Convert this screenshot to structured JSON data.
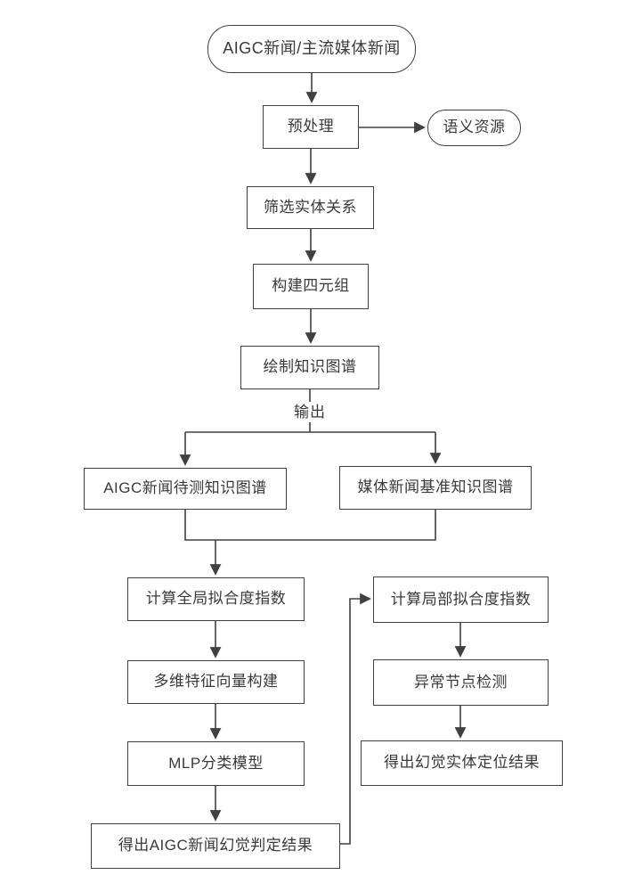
{
  "diagram": {
    "type": "flowchart",
    "background_color": "#ffffff",
    "stroke_color": "#404040",
    "text_color": "#3a3a3a",
    "nodes": {
      "source": {
        "label": "AIGC新闻/主流媒体新闻",
        "shape": "terminator"
      },
      "preprocess": {
        "label": "预处理",
        "shape": "process"
      },
      "semantic_resource": {
        "label": "语义资源",
        "shape": "terminator"
      },
      "filter_entity_relations": {
        "label": "筛选实体关系",
        "shape": "process"
      },
      "build_quadruples": {
        "label": "构建四元组",
        "shape": "process"
      },
      "draw_knowledge_graph": {
        "label": "绘制知识图谱",
        "shape": "process"
      },
      "aigc_news_kg": {
        "label": "AIGC新闻待测知识图谱",
        "shape": "process"
      },
      "media_news_kg": {
        "label": "媒体新闻基准知识图谱",
        "shape": "process"
      },
      "global_fit_index": {
        "label": "计算全局拟合度指数",
        "shape": "process"
      },
      "feature_vector_build": {
        "label": "多维特征向量构建",
        "shape": "process"
      },
      "mlp_classifier": {
        "label": "MLP分类模型",
        "shape": "process"
      },
      "hallucination_verdict": {
        "label": "得出AIGC新闻幻觉判定结果",
        "shape": "process"
      },
      "local_fit_index": {
        "label": "计算局部拟合度指数",
        "shape": "process"
      },
      "abnormal_node_detection": {
        "label": "异常节点检测",
        "shape": "process"
      },
      "hallucination_entity_localization": {
        "label": "得出幻觉实体定位结果",
        "shape": "process"
      }
    },
    "edge_labels": {
      "output": "输出"
    }
  }
}
